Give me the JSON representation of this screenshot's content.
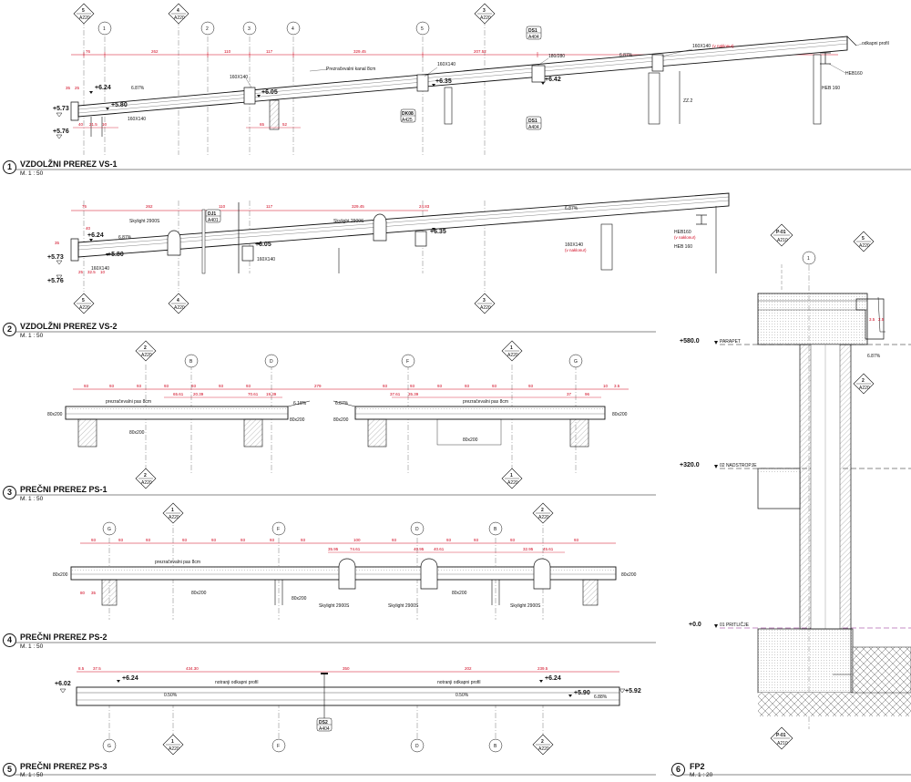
{
  "sections": [
    {
      "num": "1",
      "title": "VZDOLŽNI PREREZ VS-1",
      "scale": "M. 1 : 50"
    },
    {
      "num": "2",
      "title": "VZDOLŽNI PREREZ VS-2",
      "scale": "M. 1 : 50"
    },
    {
      "num": "3",
      "title": "PREČNI PREREZ PS-1",
      "scale": "M. 1 : 50"
    },
    {
      "num": "4",
      "title": "PREČNI PREREZ PS-2",
      "scale": "M. 1 : 50"
    },
    {
      "num": "5",
      "title": "PREČNI PREREZ PS-3",
      "scale": "M. 1 : 50"
    },
    {
      "num": "6",
      "title": "FP2",
      "scale": "M. 1 : 20"
    }
  ],
  "s1": {
    "tags": [
      {
        "n": "5",
        "s": "A220"
      },
      {
        "n": "4",
        "s": "A220"
      },
      {
        "n": "3",
        "s": "A220"
      }
    ],
    "grids": [
      "1",
      "2",
      "3",
      "4",
      "5"
    ],
    "dims": [
      "76",
      "262",
      "110",
      "117",
      "329.45",
      "207.52"
    ],
    "notes": {
      "kanal": "Prezračevalni kanal 8cm",
      "b1": "160X140",
      "b2": "160X140",
      "b3": "180/280",
      "b4": "160X140",
      "naklon": "(v naklonu!)",
      "odkapni": "odkapni profil",
      "heb1": "HEB160",
      "heb2": "HEB 160",
      "zz": "ZZ.2",
      "slope1": "6.87%",
      "slope2": "6.87%",
      "small": "160X140"
    },
    "levels": [
      "+6.24",
      "+5.80",
      "+6.05",
      "+6.35",
      "+6.42",
      "+5.73",
      "+5.76"
    ],
    "details": [
      {
        "n": "DS1",
        "s": "A404"
      },
      {
        "n": "DK08",
        "s": "A425"
      },
      {
        "n": "DS1",
        "s": "A404"
      }
    ],
    "bdims": [
      "65",
      "52"
    ],
    "ldims": [
      "35",
      "25",
      "40",
      "21.5",
      "10"
    ]
  },
  "s2": {
    "dims": [
      "76",
      "262",
      "110",
      "117",
      "329.45",
      "24.83"
    ],
    "notes": {
      "sky1": "Skylight 2900S",
      "sky2": "Skylight 2900S",
      "b1": "160X140",
      "b2": "160X140",
      "b3": "160X140",
      "naklon": "(v naklonu!)",
      "heb1": "HEB160",
      "naklon2": "(v naklonu!)",
      "heb2": "HEB 160",
      "slope1": "6.87%",
      "slope2": "6.87%"
    },
    "levels": [
      "+6.24",
      "+5.80",
      "+6.05",
      "+6.35",
      "+5.73",
      "+5.76"
    ],
    "detail": {
      "n": "DJ1",
      "s": "A401"
    },
    "tags": [
      {
        "n": "5",
        "s": "A220"
      },
      {
        "n": "4",
        "s": "A220"
      },
      {
        "n": "3",
        "s": "A220"
      }
    ],
    "ldims": [
      "40",
      "35",
      "25",
      "32.5",
      "10"
    ]
  },
  "s3": {
    "tags": [
      {
        "n": "2",
        "s": "A220"
      },
      {
        "n": "1",
        "s": "A220"
      },
      {
        "n": "2",
        "s": "A220"
      },
      {
        "n": "1",
        "s": "A220"
      }
    ],
    "grids": [
      "B",
      "D",
      "F",
      "G"
    ],
    "dims": [
      "93",
      "93",
      "93",
      "93",
      "93",
      "93",
      "93",
      "279",
      "93",
      "93",
      "93",
      "93",
      "93",
      "93",
      "10",
      "3.5"
    ],
    "sub": [
      "65.61",
      "20.39",
      "70.61",
      "19.39",
      "37.61",
      "35.39",
      "37",
      "96"
    ],
    "notes": {
      "pas": "prezračevalni pas 8cm",
      "pas2": "prezračevalni pas 8cm",
      "b1": "80x200",
      "b2": "80x200",
      "b3": "80x200",
      "b4": "80x200",
      "b5": "80x200",
      "b6": "80x200",
      "slope1": "6.18%",
      "slope2": "6.87%"
    }
  },
  "s4": {
    "tags": [
      {
        "n": "1",
        "s": "A220"
      },
      {
        "n": "2",
        "s": "A220"
      }
    ],
    "grids": [
      "G",
      "F",
      "D",
      "B"
    ],
    "dims": [
      "93",
      "93",
      "93",
      "93",
      "93",
      "93",
      "93",
      "93",
      "100",
      "93",
      "93",
      "93",
      "93",
      "93"
    ],
    "sub": [
      "35.95",
      "74.61",
      "40.95",
      "40.61",
      "32.95",
      "45.61"
    ],
    "notes": {
      "pas": "prezračevalni pas 8cm",
      "b1": "80x200",
      "b2": "80x200",
      "b3": "80x200",
      "b4": "80x200",
      "b5": "80x200",
      "sky1": "Skylight 2900S",
      "sky2": "Skylight 2900S",
      "sky3": "Skylight 2900S"
    },
    "ldims": [
      "80",
      "35"
    ]
  },
  "s5": {
    "dims": [
      "8.5",
      "37.5",
      "434.30",
      "350",
      "202",
      "239.5"
    ],
    "levels": [
      "+6.02",
      "+6.24",
      "+6.24",
      "+5.90",
      "+5.92"
    ],
    "notes": {
      "p1": "notranji odkapni profil",
      "p2": "notranji odkapni profil",
      "slope1": "0.50%",
      "slope2": "0.50%",
      "slope3": "6.88%"
    },
    "grids": [
      "G",
      "F",
      "D",
      "B"
    ],
    "tags": [
      {
        "n": "1",
        "s": "A220"
      },
      {
        "n": "2",
        "s": "A220"
      }
    ],
    "detail": {
      "n": "DS2",
      "s": "A404"
    }
  },
  "s6": {
    "tags": [
      {
        "n": "P-01",
        "s": "A210"
      },
      {
        "n": "5",
        "s": "A220"
      },
      {
        "n": "2",
        "s": "A220"
      },
      {
        "n": "P-01",
        "s": "A210"
      }
    ],
    "grid": "1",
    "levels": [
      {
        "v": "+580.0",
        "t": "PARAPET"
      },
      {
        "v": "+320.0",
        "t": "02 NADSTROPJE"
      },
      {
        "v": "+0.0",
        "t": "01 PRITLIČJE"
      }
    ],
    "dims": [
      "3.5",
      "2.5"
    ],
    "slope": "6.87%"
  }
}
